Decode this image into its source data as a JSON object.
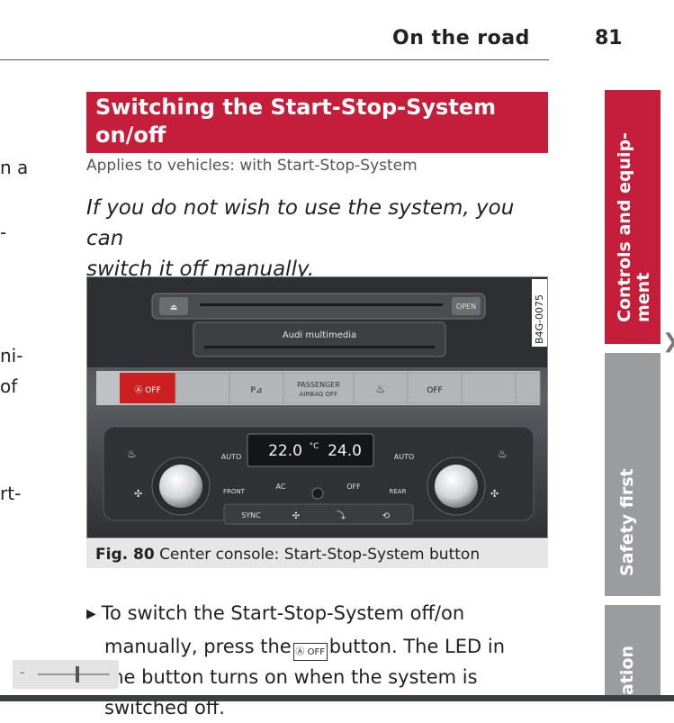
{
  "header": {
    "title": "On the road",
    "page_number": "81"
  },
  "left_column_fragments": [
    "n a",
    "-",
    "ni-",
    "of",
    "rt-"
  ],
  "section": {
    "title_line1": "Switching the Start-Stop-System on/off",
    "title_line2": "manually",
    "applies_to": "Applies to vehicles: with Start-Stop-System",
    "intro_line1": "If you do not wish to use the system, you can",
    "intro_line2": "switch it off manually."
  },
  "figure": {
    "code": "B4G-0075",
    "open_label": "OPEN",
    "brand_label": "Audi multimedia",
    "buttons": {
      "startstop": "Ⓐ OFF",
      "parking": "P⊿",
      "passenger_line1": "PASSENGER",
      "passenger_line2": "AIRBAG OFF",
      "esc_off": "OFF"
    },
    "climate": {
      "auto_left": "AUTO",
      "auto_right": "AUTO",
      "temp_left": "22.0",
      "unit": "°C",
      "temp_right": "24.0",
      "front": "FRONT",
      "ac": "AC",
      "off": "OFF",
      "rear": "REAR",
      "sync": "SYNC"
    },
    "caption_label": "Fig. 80",
    "caption_text": "Center console: Start-Stop-System button"
  },
  "instructions": {
    "line1": "To switch the Start-Stop-System off/on",
    "line2a": "manually, press the",
    "button_icon": "Ⓐ OFF",
    "line2b": "button. The LED in",
    "line3": "the button turns on when the system is",
    "line4": "switched off."
  },
  "side_tabs": {
    "tab1_line1": "Controls and equip-",
    "tab1_line2": "ment",
    "tab2": "Safety first",
    "tab3": "ation"
  },
  "colors": {
    "accent": "#c41e3a",
    "tab_grey": "#9a9c9e"
  }
}
